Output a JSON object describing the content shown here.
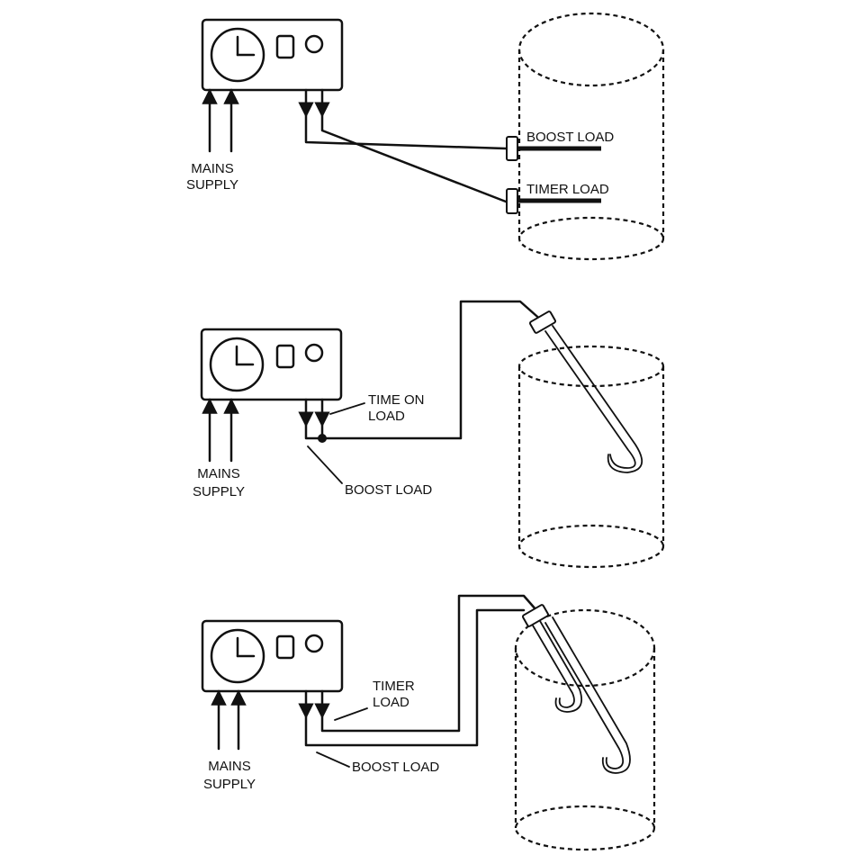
{
  "panels": [
    {
      "mains_line1": "MAINS",
      "mains_line2": "SUPPLY",
      "boost_label": "BOOST LOAD",
      "timer_label": "TIMER LOAD"
    },
    {
      "mains_line1": "MAINS",
      "mains_line2": "SUPPLY",
      "time_on_line1": "TIME ON",
      "time_on_line2": "LOAD",
      "boost_label": "BOOST LOAD"
    },
    {
      "mains_line1": "MAINS",
      "mains_line2": "SUPPLY",
      "timer_line1": "TIMER",
      "timer_line2": "LOAD",
      "boost_label": "BOOST LOAD"
    }
  ]
}
